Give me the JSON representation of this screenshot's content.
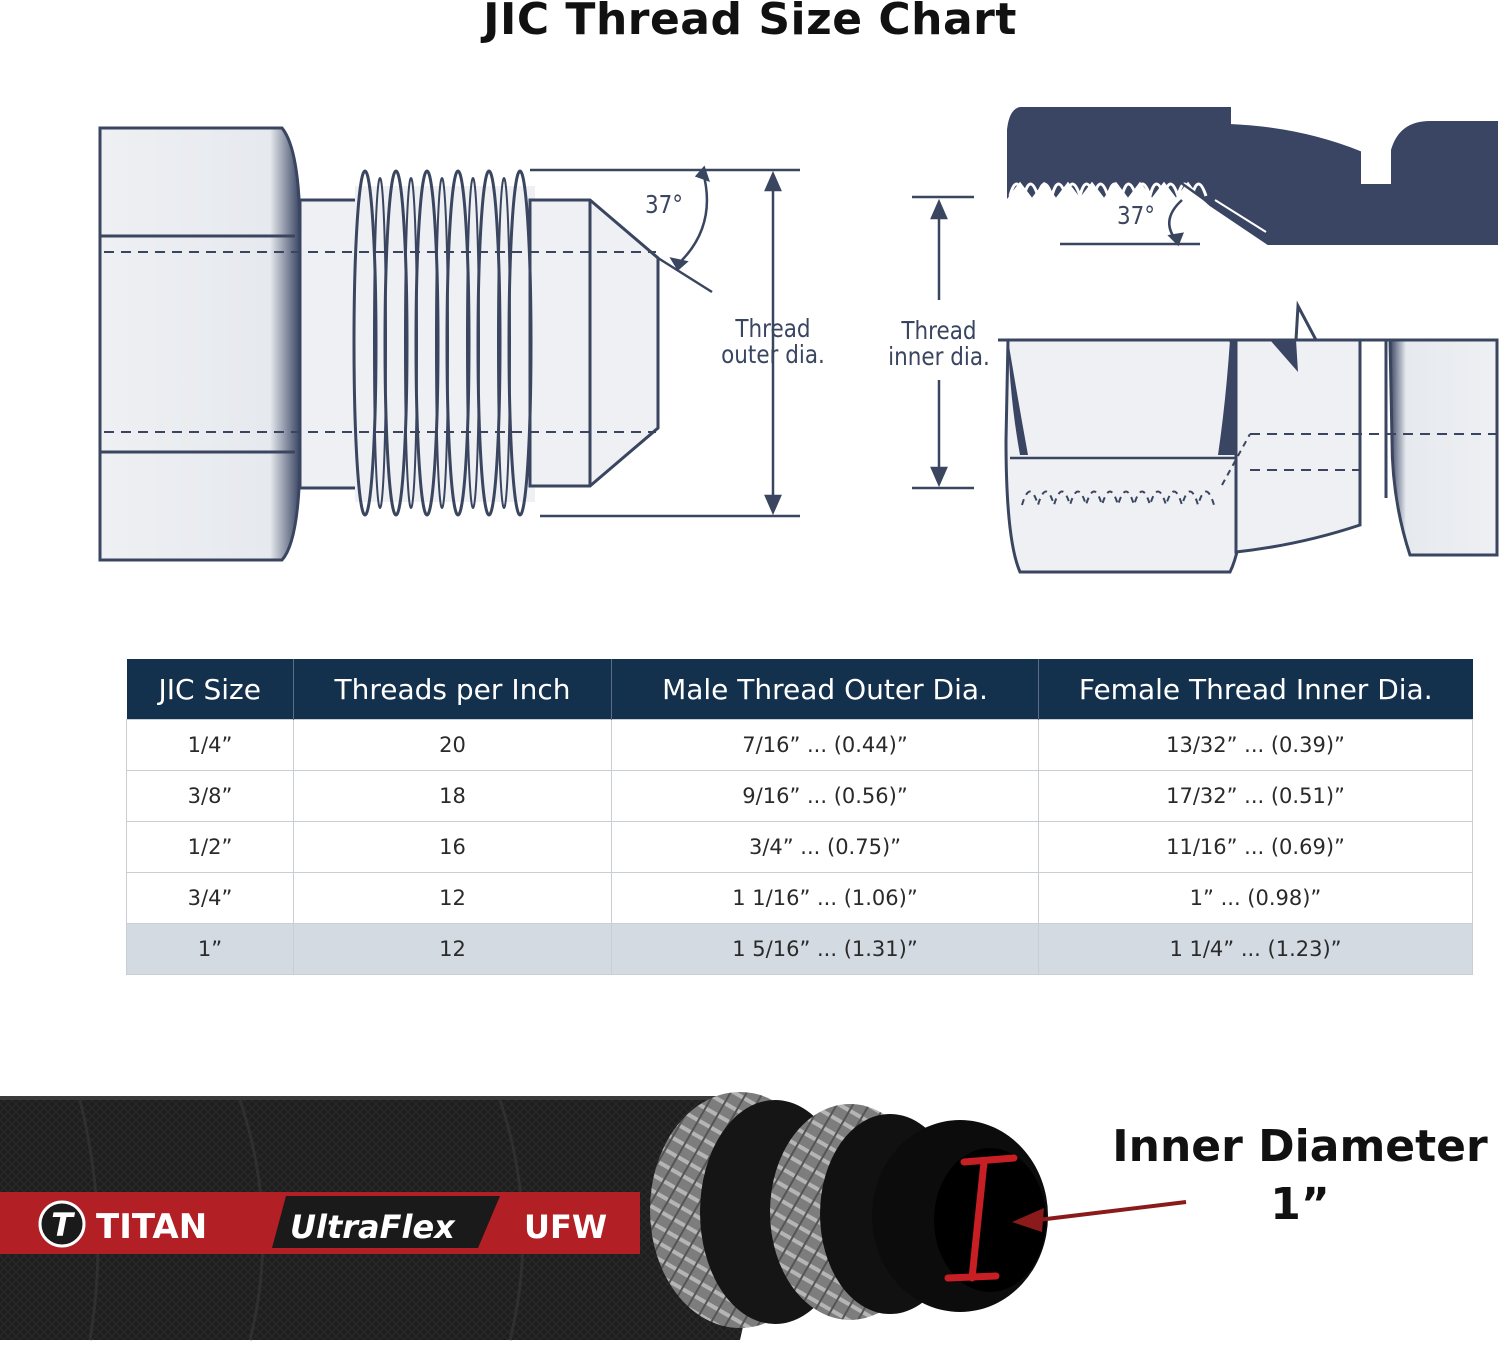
{
  "title": "JIC Thread Size Chart",
  "diagram": {
    "male_angle": "37°",
    "female_angle": "37°",
    "outer_label_1": "Thread",
    "outer_label_2": "outer dia.",
    "inner_label_1": "Thread",
    "inner_label_2": "inner dia."
  },
  "table": {
    "headers": [
      "JIC Size",
      "Threads per Inch",
      "Male Thread Outer Dia.",
      "Female Thread Inner Dia."
    ],
    "rows": [
      [
        "1/4”",
        "20",
        "7/16” ... (0.44)”",
        "13/32” ... (0.39)”"
      ],
      [
        "3/8”",
        "18",
        "9/16” ... (0.56)”",
        "17/32” ... (0.51)”"
      ],
      [
        "1/2”",
        "16",
        "3/4” ... (0.75)”",
        "11/16” ... (0.69)”"
      ],
      [
        "3/4”",
        "12",
        "1 1/16” ... (1.06)”",
        "1” ... (0.98)”"
      ],
      [
        "1”",
        "12",
        "1 5/16” ... (1.31)”",
        "1 1/4” ... (1.23)”"
      ]
    ],
    "highlighted_row": 4
  },
  "hose": {
    "brand": "TITAN",
    "brand_mark": "T",
    "product": "UltraFlex",
    "model": "UFW",
    "label_line1": "Inner Diameter",
    "label_line2": "1”",
    "colors": {
      "stripe": "#b21f24",
      "jacket": "#1c1c1c",
      "braid": "#8c8c8c",
      "arrow": "#8b1a1a"
    }
  },
  "colors": {
    "header_bg": "#13304c",
    "female_body": "#3a4563",
    "line": "#3a4560",
    "part_fill": "#eef0f3",
    "highlight_row": "#d3dae2"
  }
}
